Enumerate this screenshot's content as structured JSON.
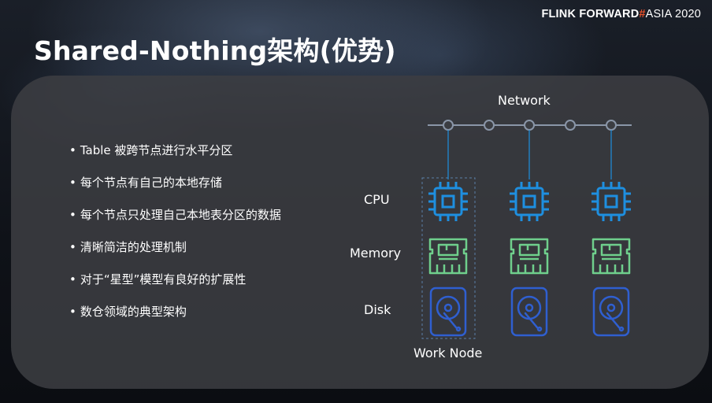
{
  "brand": {
    "part1": "FLINK FORWARD",
    "hash": "#",
    "part2": "ASIA 2020"
  },
  "title": "Shared-Nothing架构(优势)",
  "bullets": [
    "Table 被跨节点进行水平分区",
    "每个节点有自己的本地存储",
    "每个节点只处理自己本地表分区的数据",
    "清晰简洁的处理机制",
    "对于“星型”模型有良好的扩展性",
    "数仓领域的典型架构"
  ],
  "diagram": {
    "network_label": "Network",
    "cpu_label": "CPU",
    "memory_label": "Memory",
    "disk_label": "Disk",
    "work_node_label": "Work Node",
    "node_count": 3,
    "colors": {
      "cpu": "#1e8fe0",
      "memory": "#6fcf8c",
      "disk": "#2f5fd0",
      "network": "#8a96a8",
      "node_outline": "#5a7fa8"
    },
    "icons": {
      "cpu": "cpu-chip-icon",
      "memory": "memory-module-icon",
      "disk": "hard-disk-icon"
    }
  }
}
